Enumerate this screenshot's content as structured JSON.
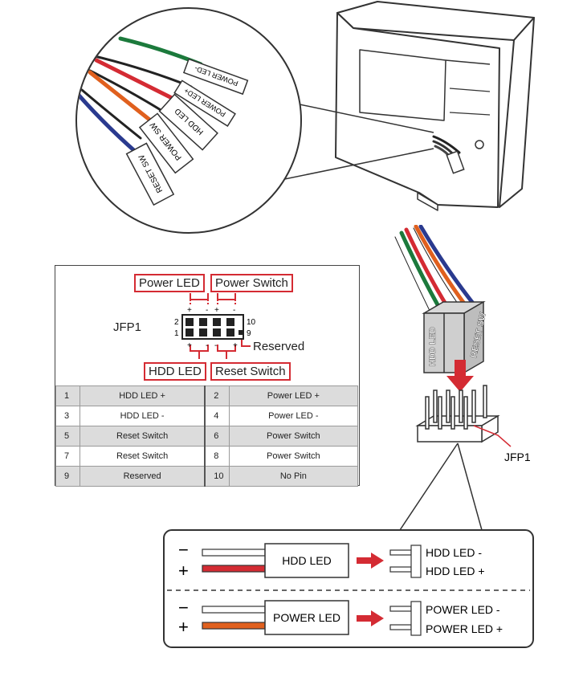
{
  "case_connector_labels": {
    "power_led_minus": "POWER LED-",
    "power_led_plus": "POWER LED+",
    "hdd_led": "HDD LED",
    "power_sw": "POWER SW",
    "reset_sw": "RESET SW"
  },
  "jfp1_panel": {
    "header_name": "JFP1",
    "tags": {
      "power_led": "Power LED",
      "power_switch": "Power Switch",
      "hdd_led": "HDD LED",
      "reset_switch": "Reset Switch",
      "reserved": "Reserved"
    },
    "pin_numbers": {
      "top_left": "2",
      "bottom_left": "1",
      "top_right": "10",
      "bottom_right": "9"
    },
    "polarity": {
      "plus": "+",
      "minus": "-"
    },
    "pin_table": [
      {
        "pin_a": "1",
        "label_a": "HDD LED +",
        "pin_b": "2",
        "label_b": "Power LED +"
      },
      {
        "pin_a": "3",
        "label_a": "HDD LED -",
        "pin_b": "4",
        "label_b": "Power LED -"
      },
      {
        "pin_a": "5",
        "label_a": "Reset Switch",
        "pin_b": "6",
        "label_b": "Power Switch"
      },
      {
        "pin_a": "7",
        "label_a": "Reset Switch",
        "pin_b": "8",
        "label_b": "Power Switch"
      },
      {
        "pin_a": "9",
        "label_a": "Reserved",
        "pin_b": "10",
        "label_b": "No Pin"
      }
    ]
  },
  "connector_plug_labels": {
    "hdd_led": "HDD LED",
    "reset_sw": "RESET SW"
  },
  "header_callout": "JFP1",
  "led_polarity_box": {
    "minus_symbol": "−",
    "plus_symbol": "+",
    "hdd": {
      "block_label": "HDD LED",
      "pin_minus": "HDD LED -",
      "pin_plus": "HDD LED +"
    },
    "power": {
      "block_label": "POWER LED",
      "pin_minus": "POWER LED -",
      "pin_plus": "POWER LED +"
    }
  },
  "colors": {
    "accent_red": "#d42b33",
    "wire_green": "#1c7a3c",
    "wire_red": "#d42b33",
    "wire_orange": "#e0601e",
    "wire_blue": "#2a3a8f"
  }
}
